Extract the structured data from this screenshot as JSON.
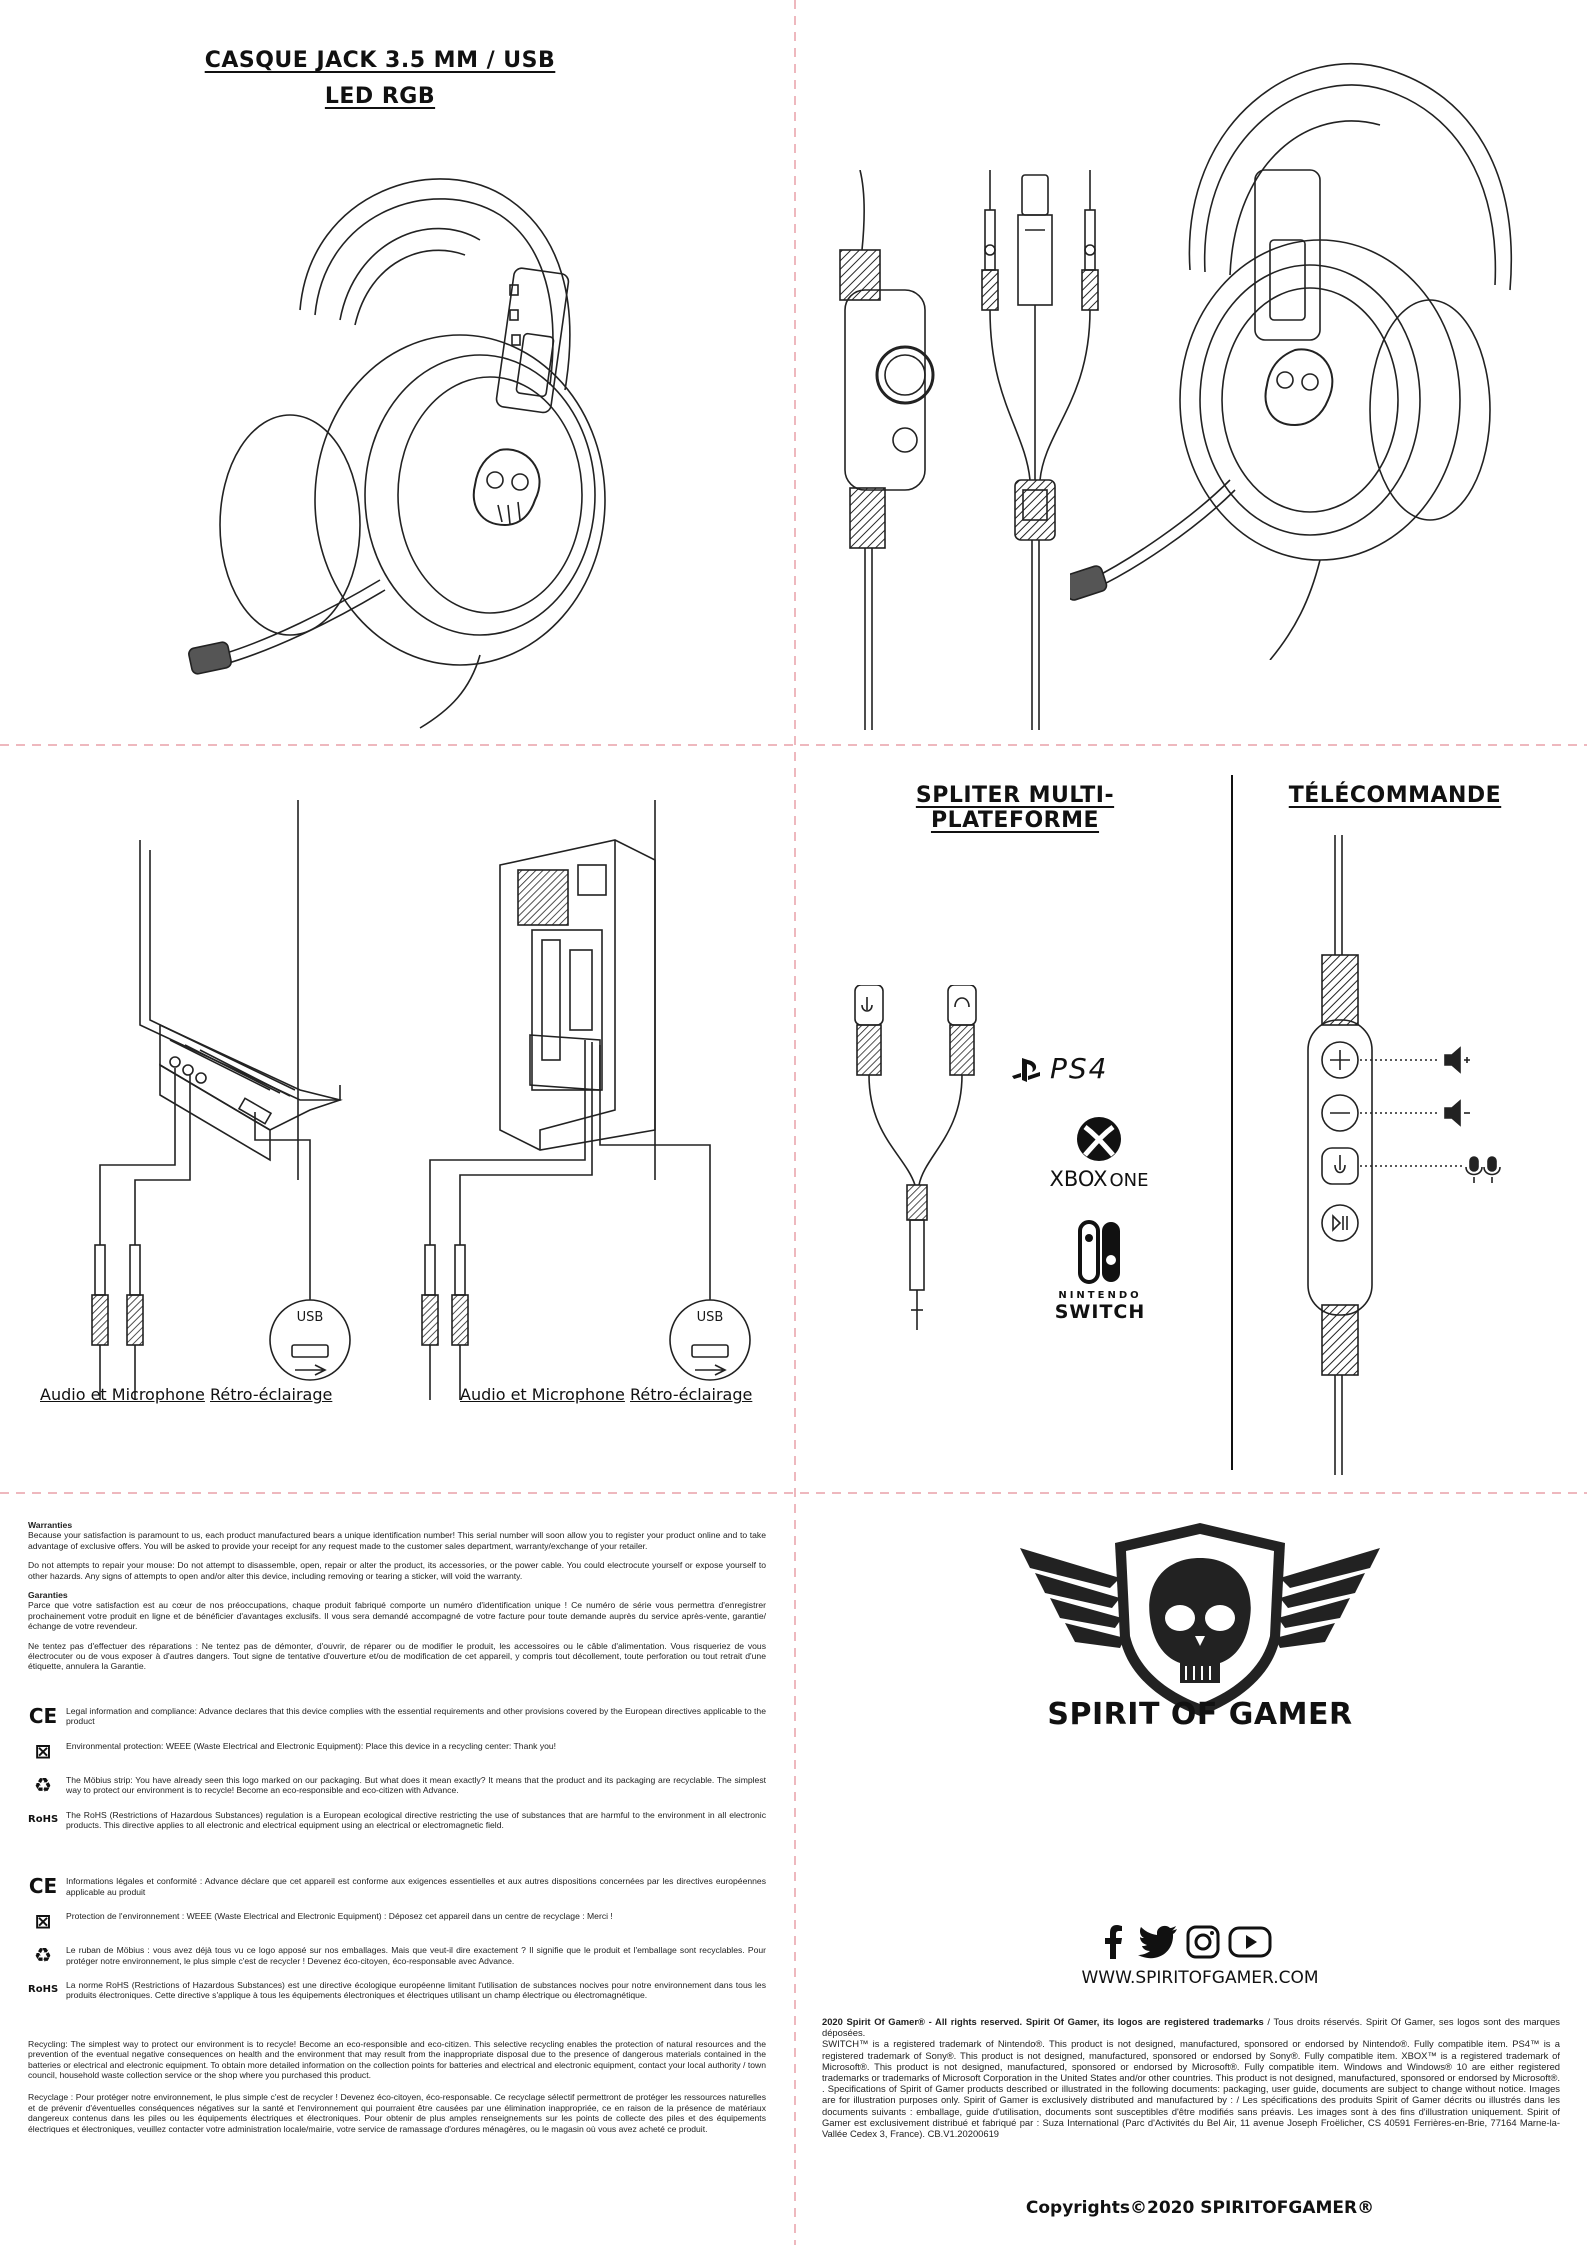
{
  "top_left": {
    "title_line1": "CASQUE JACK 3.5 MM / USB",
    "title_line2": "LED RGB"
  },
  "connection": {
    "laptop_labels": {
      "audio": "Audio et Microphone",
      "light": "Rétro-éclairage"
    },
    "pc_labels": {
      "audio": "Audio et Microphone",
      "light": "Rétro-éclairage"
    },
    "usb_text": "USB"
  },
  "splitter": {
    "title": "SPLITER MULTI-PLATEFORME",
    "platforms": {
      "ps4": "PS4",
      "xbox_main": "XBOX",
      "xbox_sub": "ONE",
      "nintendo": "NINTENDO",
      "switch": "SWITCH"
    }
  },
  "remote": {
    "title": "TÉLÉCOMMANDE",
    "buttons": [
      {
        "icon": "plus"
      },
      {
        "icon": "minus"
      },
      {
        "icon": "mic"
      },
      {
        "icon": "play-pause"
      }
    ]
  },
  "legal": {
    "warranties_title": "Warranties",
    "warranties_body": "Because your satisfaction is paramount to us, each product manufactured bears a unique identification number! This serial number will soon allow you to register your product online and to take advantage of exclusive offers. You will be asked to provide your receipt for any request made to the customer sales department, warranty/exchange of your retailer.",
    "warranties_repair": "Do not attempts to repair your mouse: Do not attempt to disassemble, open, repair or alter the product, its accessories, or the power cable. You could electrocute yourself or expose yourself to other hazards. Any signs of attempts to open and/or alter this device, including removing or tearing a sticker, will void the warranty.",
    "garanties_title": "Garanties",
    "garanties_body": "Parce que votre satisfaction est au cœur de nos préoccupations, chaque produit fabriqué comporte un numéro d'identification unique ! Ce numéro de série vous permettra d'enregistrer prochainement votre produit en ligne et de bénéficier d'avantages exclusifs. Il vous sera demandé accompagné de votre facture pour toute demande auprès du service après-vente, garantie/échange de votre revendeur.",
    "garanties_repair": "Ne tentez pas d'effectuer des réparations : Ne tentez pas de démonter, d'ouvrir, de réparer ou de modifier le produit, les accessoires ou le câble d'alimentation. Vous risqueriez de vous électrocuter ou de vous exposer à d'autres dangers. Tout signe de tentative d'ouverture et/ou de modification de cet appareil, y compris tout décollement, toute perforation ou tout retrait d'une étiquette, annulera la Garantie.",
    "en_marks": [
      {
        "sym": "CE",
        "text": "Legal information and compliance: Advance declares that this device complies with the essential requirements and other provisions covered by the European directives applicable to the product"
      },
      {
        "sym": "⊠",
        "text": "Environmental protection: WEEE (Waste Electrical and Electronic Equipment): Place this device in a recycling center: Thank you!"
      },
      {
        "sym": "♻",
        "text": "The Möbius strip: You have already seen this logo marked on our packaging. But what does it mean exactly? It means that the product and its packaging are recyclable. The simplest way to protect our environment is to recycle! Become an eco-responsible and eco-citizen with Advance."
      },
      {
        "sym": "RoHS",
        "text": "The RoHS (Restrictions of Hazardous Substances) regulation is a European ecological directive restricting the use of substances that are harmful to the environment in all electronic products. This directive applies to all electronic and electrical equipment using an electrical or electromagnetic field."
      }
    ],
    "fr_marks": [
      {
        "sym": "CE",
        "text": "Informations légales et conformité : Advance déclare que cet appareil est conforme aux exigences essentielles et aux autres dispositions concernées par les directives européennes applicable au produit"
      },
      {
        "sym": "⊠",
        "text": "Protection de l'environnement : WEEE (Waste Electrical and Electronic Equipment) : Déposez cet appareil dans un centre de recyclage : Merci !"
      },
      {
        "sym": "♻",
        "text": "Le ruban de Möbius : vous avez déjà tous vu ce logo apposé sur nos emballages. Mais que veut-il dire exactement ? Il signifie que le produit et l'emballage sont recyclables. Pour protéger notre environnement, le plus simple c'est de recycler ! Devenez éco-citoyen, éco-responsable avec Advance."
      },
      {
        "sym": "RoHS",
        "text": "La norme RoHS (Restrictions of Hazardous Substances) est une directive écologique européenne limitant l'utilisation de substances nocives pour notre environnement dans tous les produits électroniques. Cette directive s'applique à tous les équipements électroniques et électriques utilisant un champ électrique ou électromagnétique."
      }
    ],
    "recycling_en": "Recycling: The simplest way to protect our environment is to recycle! Become an eco-responsible and eco-citizen. This selective recycling enables the protection of natural resources and the prevention of the eventual negative consequences on health and the environment that may result from the inappropriate disposal due to the presence of dangerous materials contained in the batteries or electrical and electronic equipment. To obtain more detailed information on the collection points for batteries and electrical and electronic equipment, contact your local authority / town council, household waste collection service or the shop where you purchased this product.",
    "recycling_fr": "Recyclage : Pour protéger notre environnement, le plus simple c'est de recycler ! Devenez éco-citoyen, éco-responsable. Ce recyclage sélectif permettront de protéger les ressources naturelles et de prévenir d'éventuelles conséquences négatives sur la santé et l'environnement qui pourraient être causées par une élimination inappropriée, ce en raison de la présence de matériaux dangereux contenus dans les piles ou les équipements électriques et électroniques. Pour obtenir de plus amples renseignements sur les points de collecte des piles et des équipements électriques et électroniques, veuillez contacter votre administration locale/mairie, votre service de ramassage d'ordures ménagères, ou le magasin où vous avez acheté ce produit."
  },
  "brand": {
    "name": "SPIRIT OF GAMER",
    "website": "WWW.SPIRITOFGAMER.COM",
    "social_icons": [
      "facebook-icon",
      "twitter-icon",
      "instagram-icon",
      "youtube-icon"
    ],
    "rights_bold": "2020 Spirit Of Gamer® - All rights reserved. Spirit Of Gamer, its logos are registered trademarks",
    "rights_rest": " / Tous droits réservés. Spirit Of Gamer, ses logos sont des marques déposées.",
    "trademark_text": "SWITCH™ is a registered trademark of Nintendo®. This product is not designed, manufactured, sponsored or endorsed by Nintendo®. Fully compatible item. PS4™ is a registered trademark of Sony®. This product is not designed, manufactured, sponsored or endorsed by Sony®. Fully compatible item. XBOX™ is a registered trademark of Microsoft®. This product is not designed, manufactured, sponsored or endorsed by Microsoft®. Fully compatible item. Windows and Windows® 10 are either registered trademarks or trademarks of Microsoft Corporation in the United States and/or other countries. This product is not designed, manufactured, sponsored or endorsed by Microsoft®. . Specifications of Spirit of Gamer products described or illustrated in the following documents: packaging, user guide, documents are subject to change without notice. Images are for illustration purposes only. Spirit of Gamer is exclusively distributed and manufactured by : / Les spécifications des produits Spirit of Gamer décrits ou illustrés dans les documents suivants : emballage, guide d'utilisation, documents sont susceptibles d'être modifiés sans préavis. Les images sont à des fins d'illustration uniquement. Spirit of Gamer est exclusivement distribué et fabriqué par : Suza International (Parc d'Activités du Bel Air, 11 avenue Joseph Froëlicher, CS 40591 Ferrières-en-Brie, 77164 Marne-la-Vallée Cedex 3, France). CB.V1.20200619",
    "copyright": "Copyrights©2020 SPIRITOFGAMER®"
  }
}
